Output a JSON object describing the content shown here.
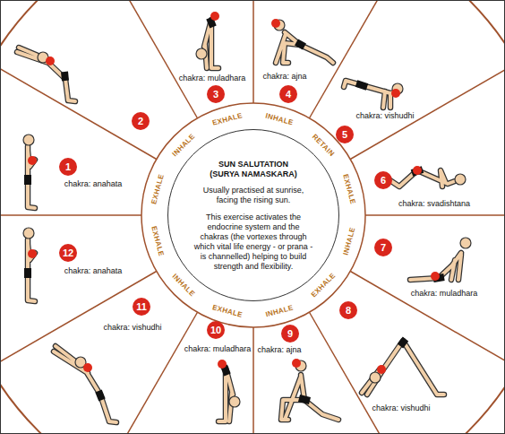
{
  "diagram": {
    "nodes": [
      {
        "text": [
          "SUN SALUTATION (SURYA NAMASKARA)",
          "Usually practised at sunrise, facing the rising sun.",
          "This exercise activates the endocrine system and the chakras (the vortexes through which vital life energy - or prana - is channelled) helping to build strength and flexibility."
        ]
      },
      {
        "text": [
          "1"
        ]
      },
      {
        "text": [
          "2"
        ]
      },
      {
        "text": [
          "3"
        ]
      },
      {
        "text": [
          "4"
        ]
      },
      {
        "text": [
          "5"
        ]
      },
      {
        "text": [
          "6"
        ]
      },
      {
        "text": [
          "7"
        ]
      },
      {
        "text": [
          "8"
        ]
      },
      {
        "text": [
          "9"
        ]
      },
      {
        "text": [
          "10"
        ]
      },
      {
        "text": [
          "11"
        ]
      },
      {
        "text": [
          "12"
        ]
      }
    ],
    "labels": [
      "EXHALE",
      "INHALE",
      "EXHALE",
      "INHALE",
      "RETAIN",
      "EXHALE",
      "INHALE",
      "EXHALE",
      "INHALE",
      "EXHALE",
      "INHALE",
      "EXHALE",
      "chakra: anahata",
      "chakra: muladhara",
      "chakra: ajna",
      "chakra: vishudhi",
      "chakra: svadishtana",
      "chakra: muladhara",
      "chakra: vishudhi",
      "chakra: ajna",
      "chakra: muladhara",
      "chakra: vishudhi",
      "chakra: anahata"
    ]
  }
}
